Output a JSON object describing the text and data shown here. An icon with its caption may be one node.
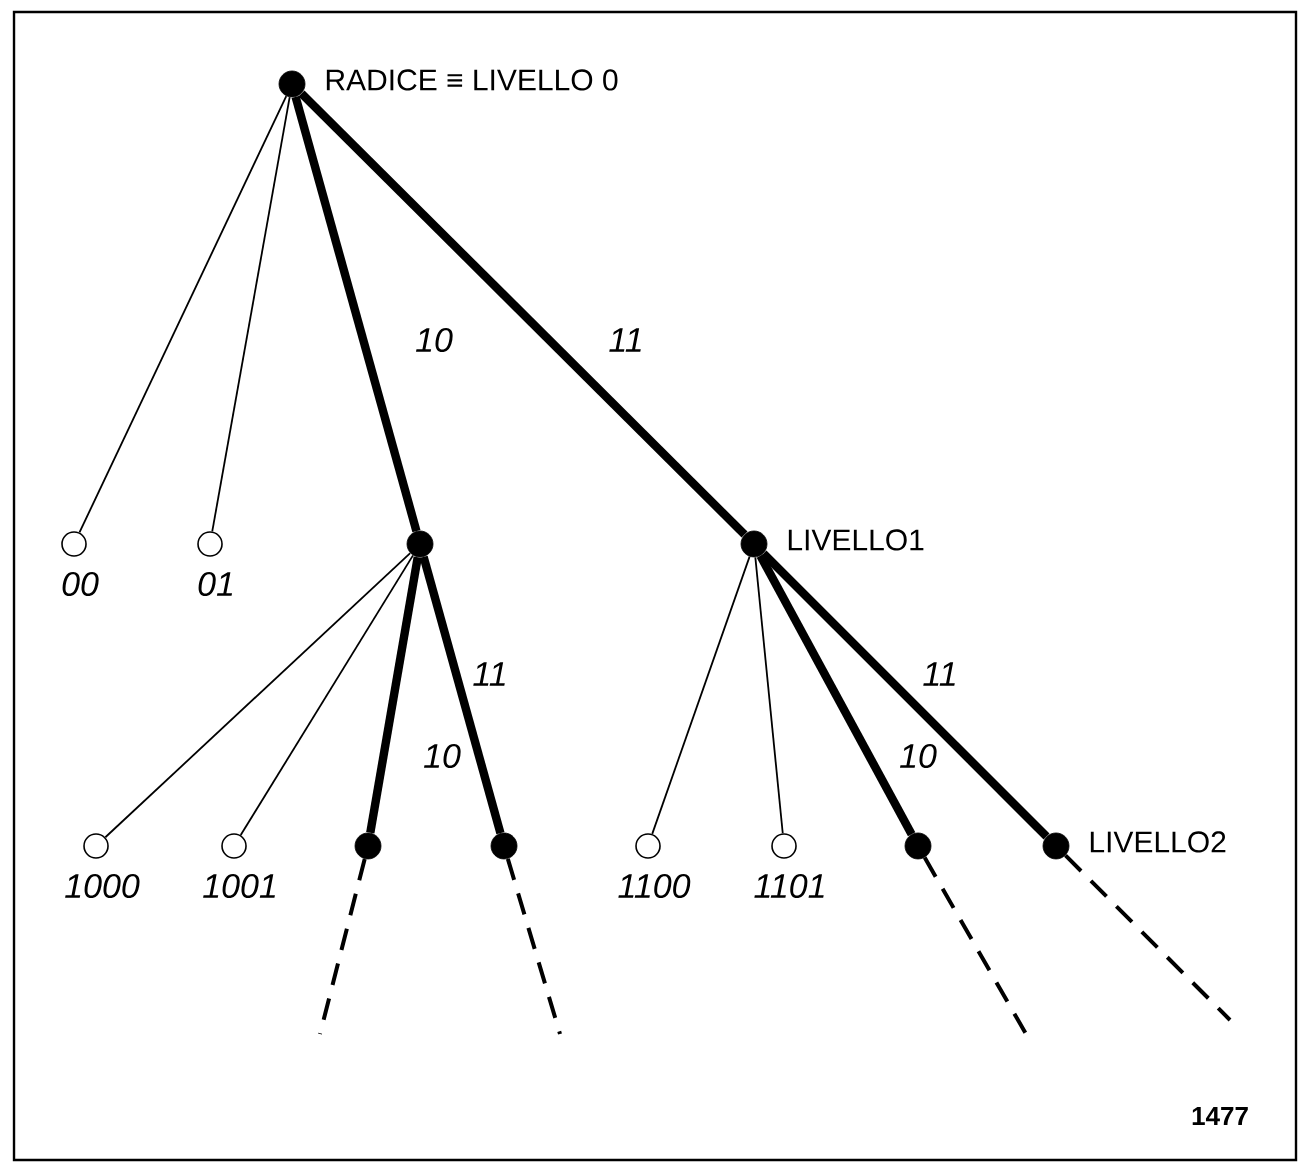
{
  "diagram": {
    "nodes": [
      {
        "text": [],
        "shape": "dot",
        "beside": [
          "RADICE ≡ LIVELLO  0"
        ]
      },
      {
        "text": [],
        "shape": "circle",
        "beside": [
          "00"
        ]
      },
      {
        "text": [],
        "shape": "circle",
        "beside": [
          "01"
        ]
      },
      {
        "text": [],
        "shape": "dot"
      },
      {
        "text": [],
        "shape": "dot",
        "beside": [
          "LIVELLO1"
        ]
      },
      {
        "text": [],
        "shape": "circle",
        "beside": [
          "1000"
        ]
      },
      {
        "text": [],
        "shape": "circle",
        "beside": [
          "1001"
        ]
      },
      {
        "text": [],
        "shape": "dot"
      },
      {
        "text": [],
        "shape": "dot"
      },
      {
        "text": [],
        "shape": "circle",
        "beside": [
          "1100"
        ]
      },
      {
        "text": [],
        "shape": "circle",
        "beside": [
          "1101"
        ]
      },
      {
        "text": [],
        "shape": "dot"
      },
      {
        "text": [],
        "shape": "dot",
        "beside": [
          "LIVELLO2"
        ]
      }
    ],
    "edges": [
      {
        "from": 0,
        "to": 1,
        "arrow": "none"
      },
      {
        "from": 0,
        "to": 2,
        "arrow": "none"
      },
      {
        "from": 0,
        "to": 3,
        "arrow": "none",
        "label": "10",
        "style": "thick"
      },
      {
        "from": 0,
        "to": 4,
        "arrow": "none",
        "label": "11",
        "style": "thick"
      },
      {
        "from": 3,
        "to": 5,
        "arrow": "none"
      },
      {
        "from": 3,
        "to": 6,
        "arrow": "none"
      },
      {
        "from": 3,
        "to": 7,
        "arrow": "none",
        "label": "10",
        "style": "thick"
      },
      {
        "from": 3,
        "to": 8,
        "arrow": "none",
        "label": "11",
        "style": "thick"
      },
      {
        "from": 4,
        "to": 9,
        "arrow": "none"
      },
      {
        "from": 4,
        "to": 10,
        "arrow": "none"
      },
      {
        "from": 4,
        "to": 11,
        "arrow": "none",
        "label": "10",
        "style": "thick"
      },
      {
        "from": 4,
        "to": 12,
        "arrow": "none",
        "label": "11",
        "style": "thick"
      },
      {
        "from": 7,
        "to": null,
        "arrow": "none",
        "style": "dashed"
      },
      {
        "from": 8,
        "to": null,
        "arrow": "none",
        "style": "dashed"
      },
      {
        "from": 11,
        "to": null,
        "arrow": "none",
        "style": "dashed"
      },
      {
        "from": 12,
        "to": null,
        "arrow": "none",
        "style": "dashed"
      }
    ],
    "labels": [
      "1477"
    ]
  }
}
